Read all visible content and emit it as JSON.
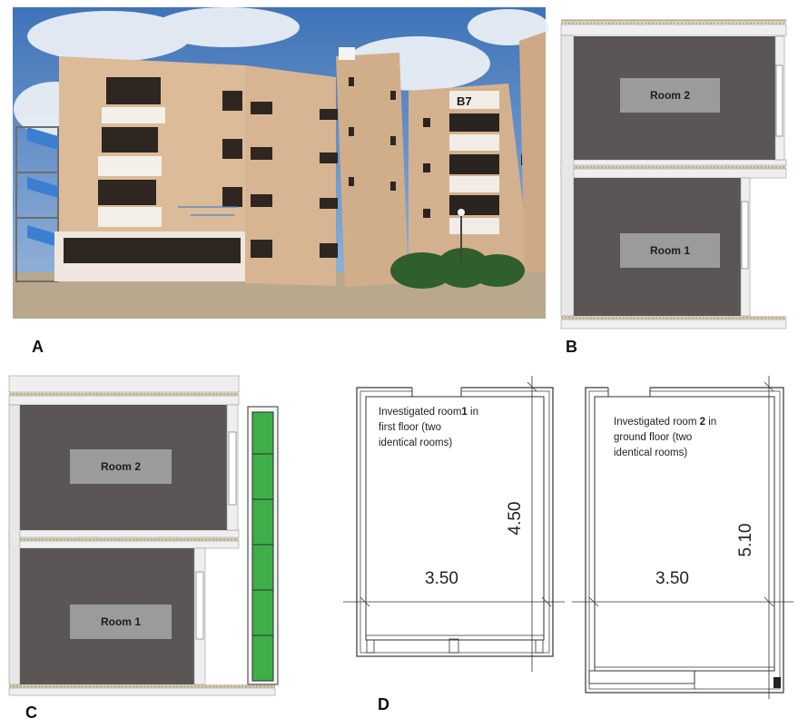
{
  "panels": {
    "a": {
      "letter": "A",
      "building_sign": "B7"
    },
    "b": {
      "letter": "B",
      "room_top": "Room 2",
      "room_bottom": "Room 1"
    },
    "c": {
      "letter": "C",
      "room_top": "Room 2",
      "room_bottom": "Room 1"
    },
    "d": {
      "letter": "D",
      "plan1": {
        "note_before": "Investigated room",
        "note_number": "1",
        "note_after": " in\nfirst floor (two\nidentical rooms)",
        "width_label": "3.50",
        "depth_label": "4.50"
      },
      "plan2": {
        "note_before": "Investigated room ",
        "note_number": "2",
        "note_after": " in\nground floor (two\nidentical rooms)",
        "width_label": "3.50",
        "depth_label": "5.10"
      }
    }
  },
  "colors": {
    "room_fill": "#5b5656",
    "label_fill": "#9b9b9b",
    "slab": "#d8cfb0",
    "green_panel": "#3fae49",
    "sky": "#4a7fc1",
    "facade": "#d9b998"
  }
}
